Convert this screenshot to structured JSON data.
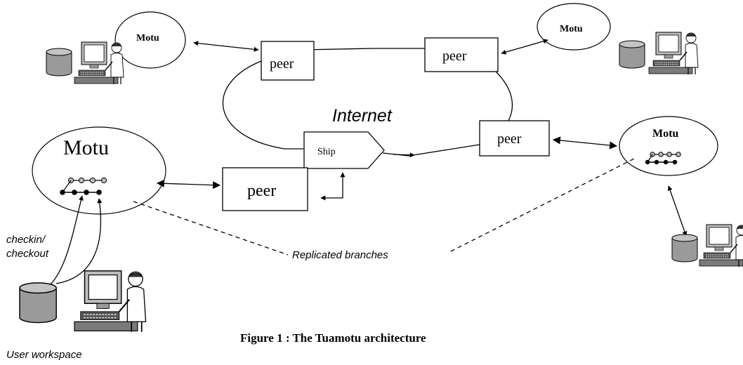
{
  "motu_label": "Motu",
  "peer_label": "peer",
  "ship_label": "Ship",
  "internet_label": "Internet",
  "replicated_label": "Replicated branches",
  "checkin_line1": "checkin/",
  "checkin_line2": "checkout",
  "workspace_label": "User workspace",
  "caption": "Figure 1 : The Tuamotu architecture"
}
